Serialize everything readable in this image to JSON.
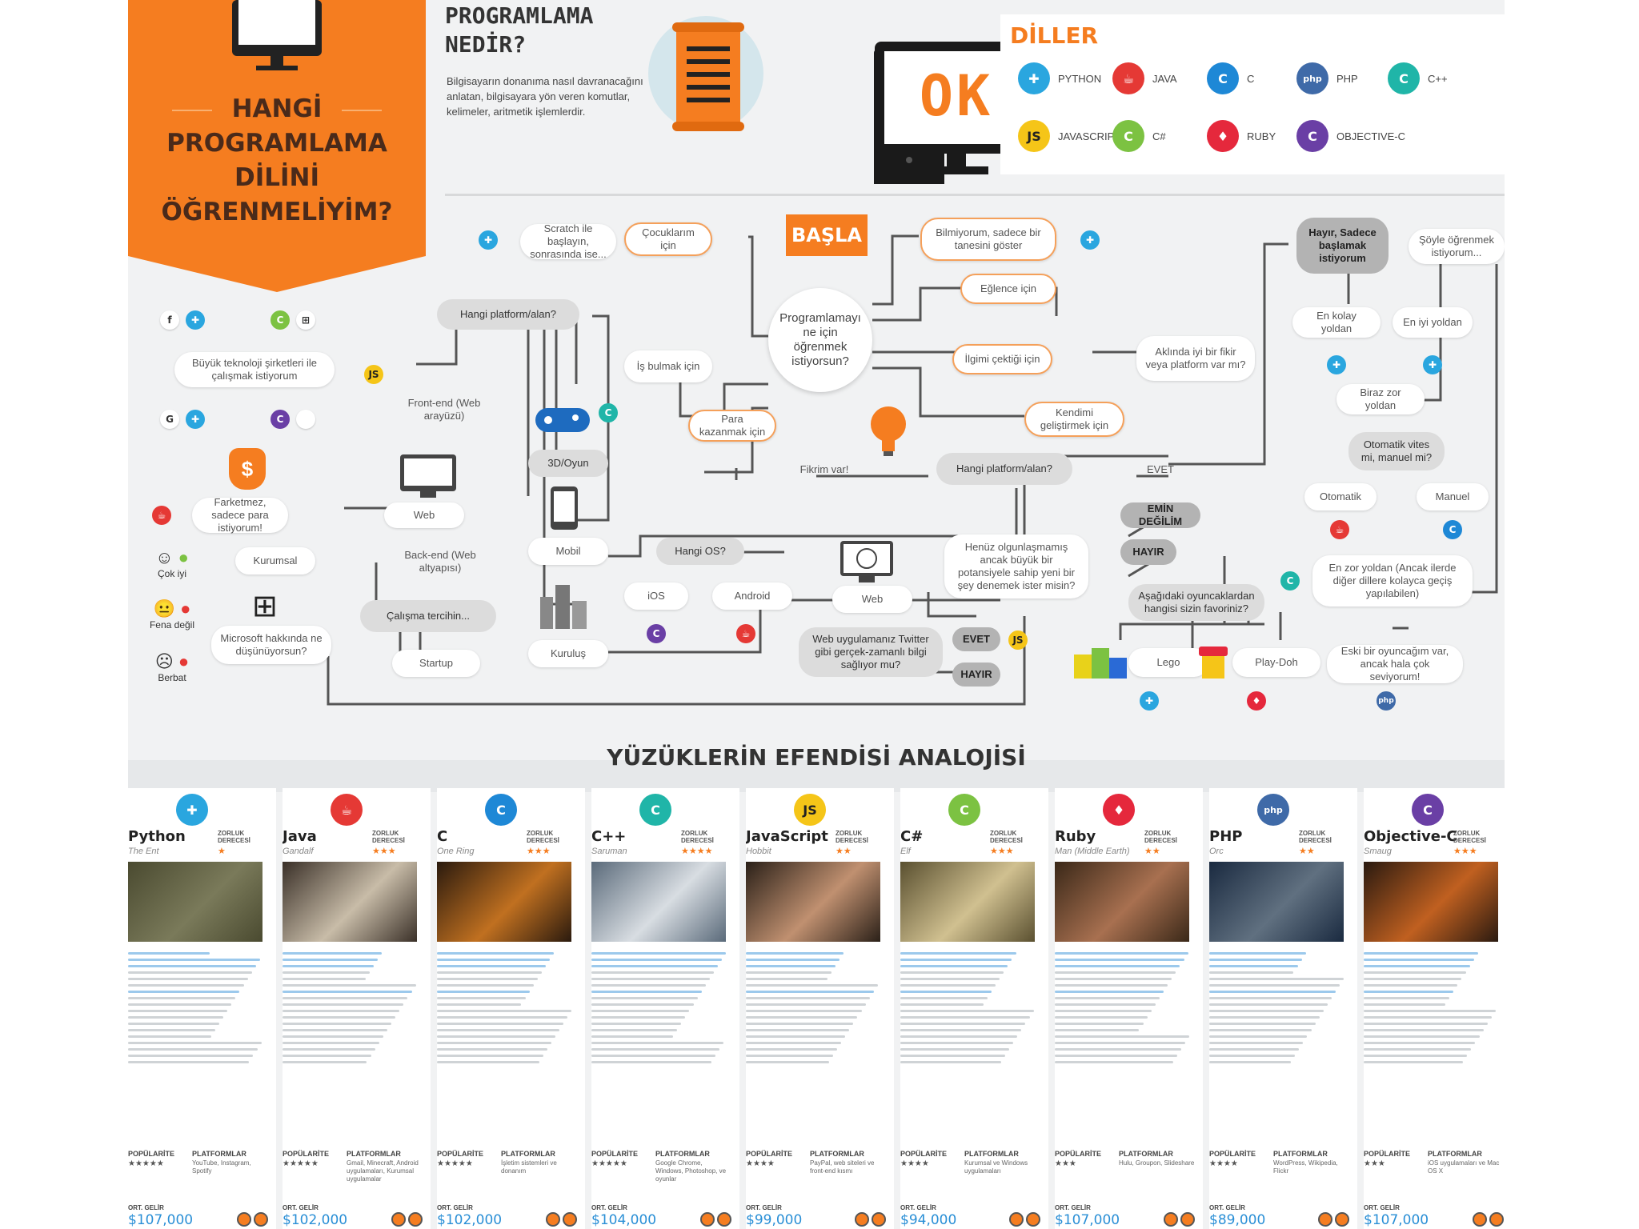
{
  "header": {
    "main_title": "HANGİ PROGRAMLAMA DİLİNİ ÖĞRENMELİYİM?",
    "what_title": "PROGRAMLAMA NEDİR?",
    "what_text": "Bilgisayarın donanıma nasıl davranacağını anlatan, bilgisayara yön veren komutlar, kelimeler, aritmetik işlemlerdir.",
    "ok_text": "OK"
  },
  "languages": {
    "title": "DİLLER",
    "items": [
      {
        "name": "PYTHON",
        "icon": "python-icon",
        "color": "#2aa6df",
        "glyph": "✚"
      },
      {
        "name": "JAVA",
        "icon": "java-icon",
        "color": "#e53935",
        "glyph": "☕"
      },
      {
        "name": "C",
        "icon": "c-icon",
        "color": "#1e88d6",
        "glyph": "C"
      },
      {
        "name": "PHP",
        "icon": "php-icon",
        "color": "#3f6aa8",
        "glyph": "php"
      },
      {
        "name": "C++",
        "icon": "cpp-icon",
        "color": "#20b5a8",
        "glyph": "C"
      },
      {
        "name": "JAVASCRIPT",
        "icon": "javascript-icon",
        "color": "#f5c518",
        "glyph": "JS"
      },
      {
        "name": "C#",
        "icon": "csharp-icon",
        "color": "#7cc242",
        "glyph": "C"
      },
      {
        "name": "RUBY",
        "icon": "ruby-icon",
        "color": "#e5283c",
        "glyph": "♦"
      },
      {
        "name": "OBJECTIVE-C",
        "icon": "objective-c-icon",
        "color": "#6a3fa5",
        "glyph": "C"
      }
    ]
  },
  "flow": {
    "start": "BAŞLA",
    "center": "Programlamayı ne için öğrenmek istiyorsun?",
    "n_scratch": "Scratch ile başlayın, sonrasında ise...",
    "n_cocuklar": "Çocuklarım için",
    "n_bilmiyorum": "Bilmiyorum, sadece bir tanesini göster",
    "n_eglence": "Eğlence için",
    "n_ilgimi": "İlgimi çektiği için",
    "n_kendimi": "Kendimi geliştirmek için",
    "n_aklinda": "Aklında iyi bir fikir veya platform var mı?",
    "n_hayir_sadece": "Hayır, Sadece başlamak istiyorum",
    "n_soyle": "Şöyle öğrenmek istiyorum...",
    "n_enkolay": "En kolay yoldan",
    "n_eniyi": "En iyi yoldan",
    "n_biraz": "Biraz zor yoldan",
    "n_otomatik_q": "Otomatik vites mi, manuel mi?",
    "n_otomatik": "Otomatik",
    "n_manuel": "Manuel",
    "n_enzor": "En zor yoldan (Ancak ilerde diğer dillere kolayca geçiş yapılabilen)",
    "n_hangi_platform": "Hangi platform/alan?",
    "n_buyuk": "Büyük teknoloji şirketleri ile çalışmak istiyorum",
    "n_isbulmak": "İş bulmak için",
    "n_para": "Para kazanmak için",
    "n_fikrim": "Fikrim var!",
    "n_hangi_platformlar": "Hangi platform/alan?",
    "n_evet": "EVET",
    "n_frontend": "Front-end (Web arayüzü)",
    "n_web1": "Web",
    "n_backend": "Back-end (Web altyapısı)",
    "n_calisma": "Çalışma tercihin...",
    "n_startup": "Startup",
    "n_kurumsal": "Kurumsal",
    "n_microsoft": "Microsoft hakkında ne düşünüyorsun?",
    "n_cokiyi": "Çok iyi",
    "n_fenadegil": "Fena değil",
    "n_berbat": "Berbat",
    "n_farketmez": "Farketmez, sadece para istiyorum!",
    "n_3d": "3D/Oyun",
    "n_mobil": "Mobil",
    "n_hangios": "Hangi OS?",
    "n_ios": "iOS",
    "n_android": "Android",
    "n_kurulus": "Kuruluş",
    "n_web2": "Web",
    "n_webapp": "Web uygulamanız Twitter gibi gerçek-zamanlı bilgi sağlıyor mu?",
    "n_evet2": "EVET",
    "n_hayir2": "HAYIR",
    "n_henuz": "Henüz olgunlaşmamış ancak büyük bir potansiyele sahip yeni bir şey denemek ister misin?",
    "n_emin": "EMİN DEĞİLİM",
    "n_hayir3": "HAYIR",
    "n_oyuncak": "Aşağıdaki oyuncaklardan hangisi sizin favoriniz?",
    "n_lego": "Lego",
    "n_playdoh": "Play-Doh",
    "n_eski": "Eski bir oyuncağım var, ancak hala çok seviyorum!"
  },
  "analogy": {
    "title": "YÜZÜKLERİN EFENDİSİ ANALOJİSİ",
    "difficulty_label": "ZORLUK DERECESİ",
    "popularity_label": "POPÜLARİTE",
    "platforms_label": "PLATFORMLAR",
    "salary_label": "ORT. GELİR",
    "cards": [
      {
        "name": "Python",
        "character": "The Ent",
        "icon": "python-icon",
        "color": "#2aa6df",
        "glyph": "✚",
        "stars": "★",
        "pop": "★★★★★",
        "platforms": "YouTube, Instagram, Spotify",
        "salary": "$107,000",
        "img": [
          "#4a4a30",
          "#7a7a5a"
        ]
      },
      {
        "name": "Java",
        "character": "Gandalf",
        "icon": "java-icon",
        "color": "#e53935",
        "glyph": "☕",
        "stars": "★★★",
        "pop": "★★★★★",
        "platforms": "Gmail, Minecraft, Android uygulamaları, Kurumsal uygulamalar",
        "salary": "$102,000",
        "img": [
          "#3a3028",
          "#c8bca8"
        ]
      },
      {
        "name": "C",
        "character": "One Ring",
        "icon": "c-icon",
        "color": "#1e88d6",
        "glyph": "C",
        "stars": "★★★",
        "pop": "★★★★★",
        "platforms": "İşletim sistemleri ve donanım",
        "salary": "$102,000",
        "img": [
          "#2a1a0e",
          "#c07020"
        ]
      },
      {
        "name": "C++",
        "character": "Saruman",
        "icon": "cpp-icon",
        "color": "#20b5a8",
        "glyph": "C",
        "stars": "★★★★",
        "pop": "★★★★★",
        "platforms": "Google Chrome, Windows, Photoshop, ve oyunlar",
        "salary": "$104,000",
        "img": [
          "#5a6a7a",
          "#d8dde2"
        ]
      },
      {
        "name": "JavaScript",
        "character": "Hobbit",
        "icon": "javascript-icon",
        "color": "#f5c518",
        "glyph": "JS",
        "stars": "★★",
        "pop": "★★★★",
        "platforms": "PayPal, web siteleri ve front-end kısmı",
        "salary": "$99,000",
        "img": [
          "#2a2018",
          "#c09070"
        ]
      },
      {
        "name": "C#",
        "character": "Elf",
        "icon": "csharp-icon",
        "color": "#7cc242",
        "glyph": "C",
        "stars": "★★★",
        "pop": "★★★★",
        "platforms": "Kurumsal ve Windows uygulamaları",
        "salary": "$94,000",
        "img": [
          "#5a5030",
          "#d0c090"
        ]
      },
      {
        "name": "Ruby",
        "character": "Man (Middle Earth)",
        "icon": "ruby-icon",
        "color": "#e5283c",
        "glyph": "♦",
        "stars": "★★",
        "pop": "★★★",
        "platforms": "Hulu, Groupon, Slideshare",
        "salary": "$107,000",
        "img": [
          "#3a2818",
          "#a87050"
        ]
      },
      {
        "name": "PHP",
        "character": "Orc",
        "icon": "php-icon",
        "color": "#3f6aa8",
        "glyph": "php",
        "stars": "★★",
        "pop": "★★★★",
        "platforms": "WordPress, Wikipedia, Flickr",
        "salary": "$89,000",
        "img": [
          "#1a2a40",
          "#607080"
        ]
      },
      {
        "name": "Objective-C",
        "character": "Smaug",
        "icon": "objective-c-icon",
        "color": "#6a3fa5",
        "glyph": "C",
        "stars": "★★★",
        "pop": "★★★",
        "platforms": "iOS uygulamaları ve Mac OS X",
        "salary": "$107,000",
        "img": [
          "#2a1a10",
          "#c06020"
        ]
      }
    ]
  }
}
